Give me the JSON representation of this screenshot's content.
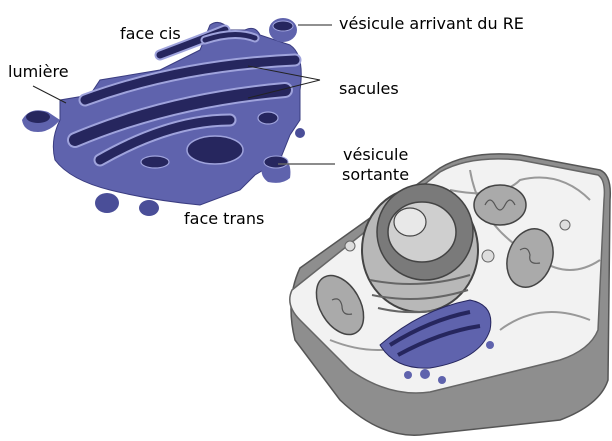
{
  "labels": {
    "face_cis": "face cis",
    "vesicule_arrivant": "vésicule arrivant du RE",
    "lumiere": "lumière",
    "sacules": "sacules",
    "vesicule_sortante_1": "vésicule",
    "vesicule_sortante_2": "sortante",
    "face_trans": "face trans"
  },
  "colors": {
    "golgi_light": "#5f63ad",
    "golgi_dark": "#26265e",
    "golgi_edge": "#9fa3dc",
    "cell_gray": "#9a9a9a"
  }
}
